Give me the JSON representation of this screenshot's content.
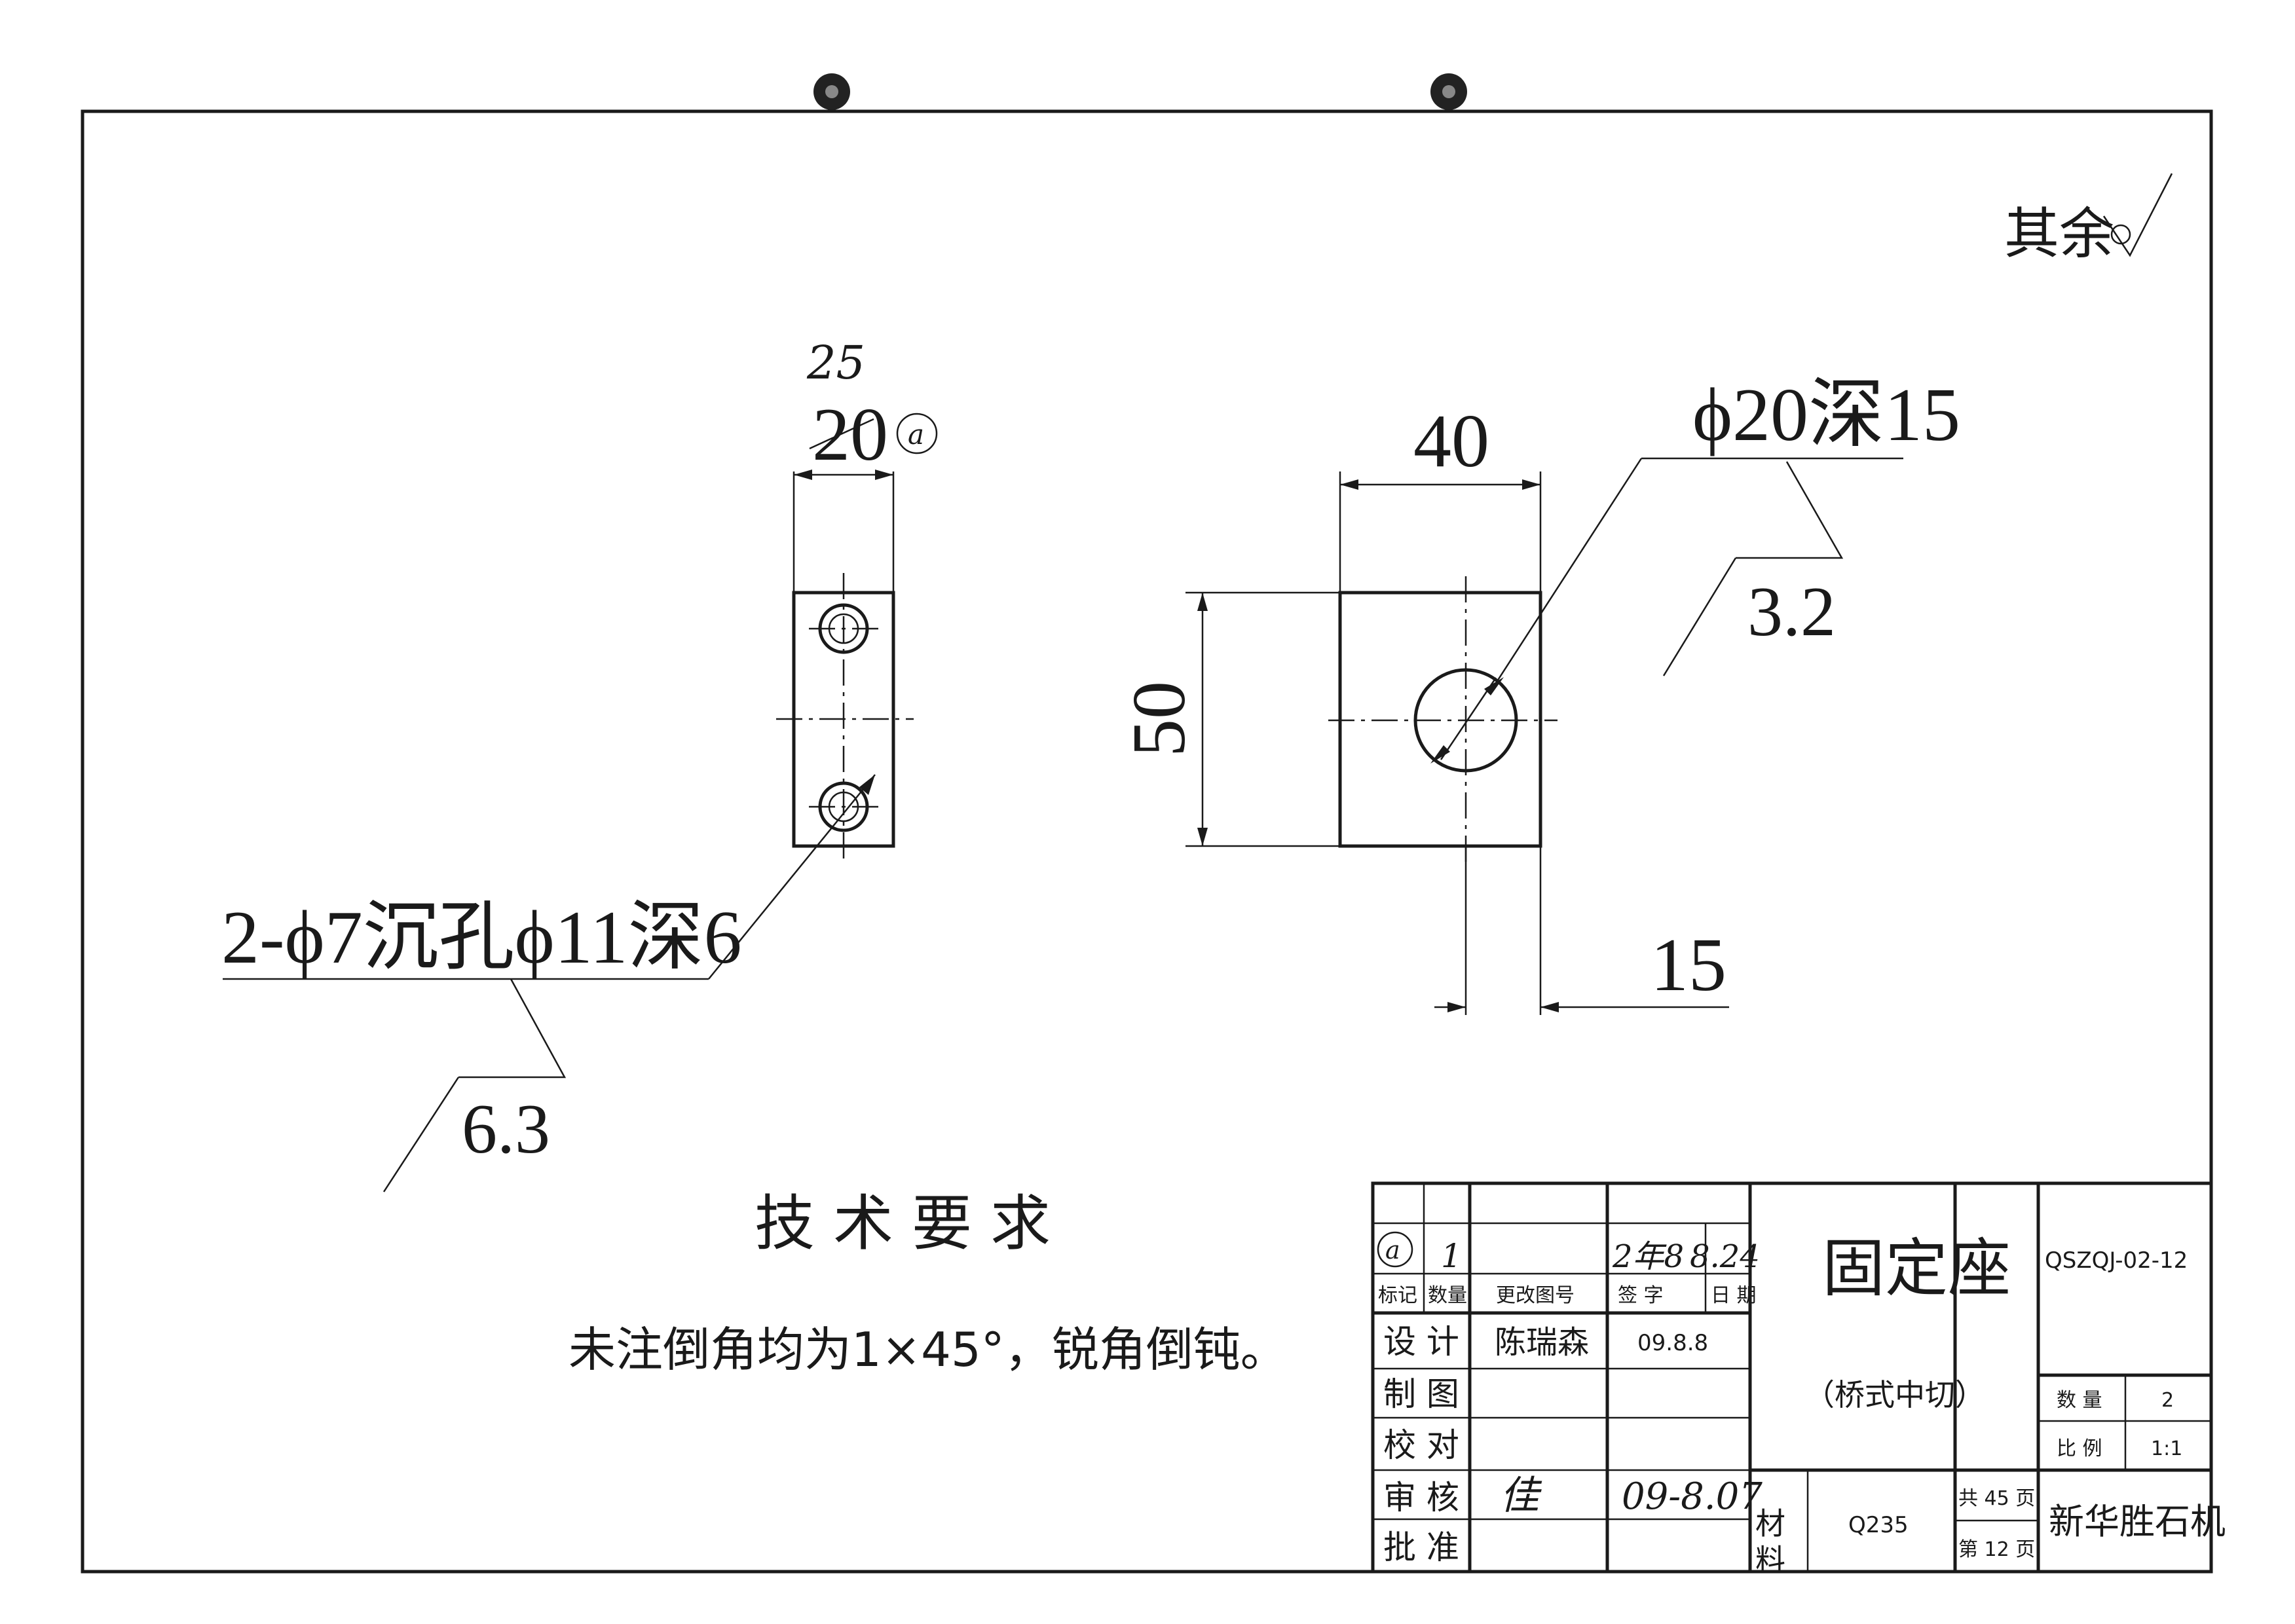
{
  "roughness": {
    "other": "其余"
  },
  "drawing": {
    "side_view": {
      "width_old": "20",
      "width_new": "25",
      "revision_mark": "a",
      "hole_note": "2-ϕ7沉孔ϕ11深6",
      "hole_roughness": "6.3"
    },
    "front_view": {
      "width": "40",
      "height": "50",
      "hole_note": "ϕ20深15",
      "hole_roughness": "3.2",
      "hole_offset": "15"
    }
  },
  "tech_requirements": {
    "title": "技术要求",
    "text": "未注倒角均为1×45°，锐角倒钝。"
  },
  "title_block": {
    "revision": {
      "mark": "a",
      "count": "1",
      "signature": "2年8",
      "date": "8.24"
    },
    "headers": {
      "mark": "标记",
      "count": "数量",
      "change_doc": "更改图号",
      "sign": "签 字",
      "date": "日 期"
    },
    "rows": {
      "design": "设 计",
      "designer": "陈瑞森",
      "design_date": "09.8.8",
      "draw": "制 图",
      "check": "校 对",
      "review": "审 核",
      "reviewer": "佳",
      "review_date": "09-8.07",
      "approve": "批 准"
    },
    "material_label": "材料",
    "material": "Q235",
    "part_name": "固定座",
    "part_sub": "（桥式中切）",
    "drawing_no": "QSZQJ-02-12",
    "qty_label": "数 量",
    "qty": "2",
    "scale_label": "比 例",
    "scale": "1:1",
    "total_pages": "共 45 页",
    "page_no": "第 12 页",
    "company": "新华胜石机"
  }
}
